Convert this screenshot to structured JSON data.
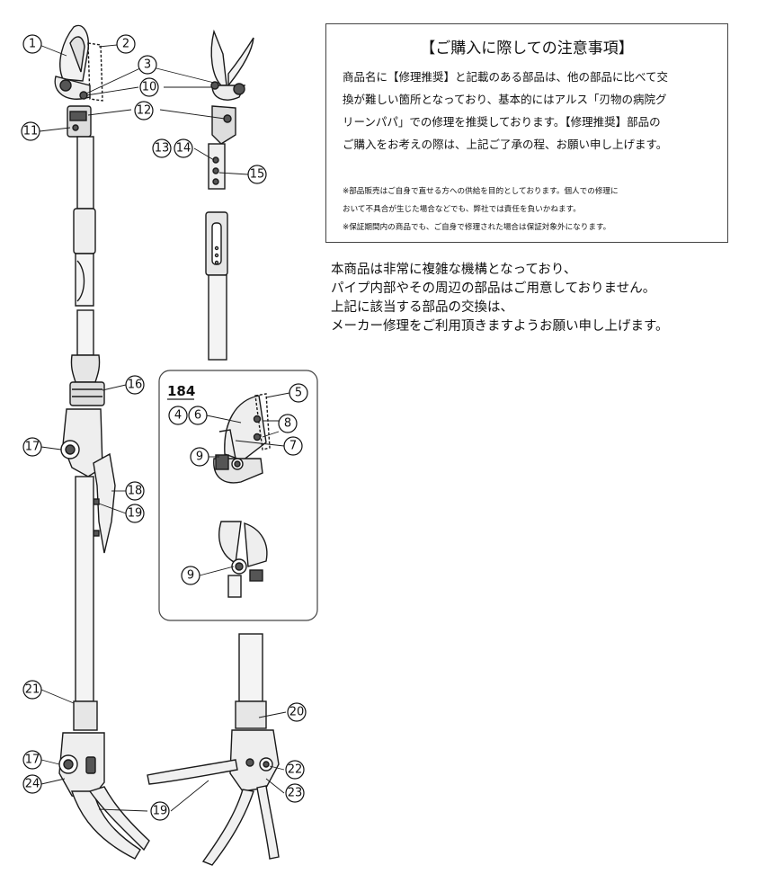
{
  "notice": {
    "title": "【ご購入に際しての注意事項】",
    "body_lines": [
      "商品名に【修理推奨】と記載のある部品は、他の部品に比べて交",
      "換が難しい箇所となっており、基本的にはアルス「刃物の病院グ",
      "リーンパパ」での修理を推奨しております。【修理推奨】部品の",
      "ご購入をお考えの際は、上記ご了承の程、お願い申し上げます。"
    ],
    "note_lines": [
      "※部品販売はご自身で直せる方への供給を目的としております。個人での修理に",
      "おいて不具合が生じた場合などでも、弊社では責任を負いかねます。",
      "※保証期間内の商品でも、ご自身で修理された場合は保証対象外になります。"
    ]
  },
  "warning_lines": [
    "本商品は非常に複雑な機構となっており、",
    "パイプ内部やその周辺の部品はご用意しておりません。",
    "上記に該当する部品の交換は、",
    "メーカー修理をご利用頂きますようお願い申し上げます。"
  ],
  "part_kit_label": "184",
  "callouts": [
    "1",
    "2",
    "3",
    "10",
    "11",
    "12",
    "13",
    "14",
    "15",
    "16",
    "17",
    "18",
    "19",
    "4",
    "5",
    "6",
    "7",
    "8",
    "9",
    "9",
    "21",
    "17",
    "24",
    "19",
    "20",
    "22",
    "23"
  ],
  "colors": {
    "line": "#1a1a1a",
    "fill_dark": "#555555",
    "fill_light": "#e6e6e6",
    "border": "#444444"
  }
}
